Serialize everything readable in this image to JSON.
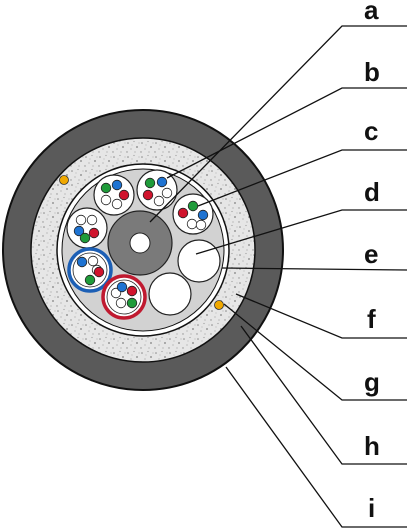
{
  "labels": [
    "a",
    "b",
    "c",
    "d",
    "e",
    "f",
    "g",
    "h",
    "i"
  ],
  "colors": {
    "jacket": "#5a5a5a",
    "armor_layer": "#e4e4e4",
    "inner_sheath": "#ffffff",
    "core_fill": "#d2d2d2",
    "strength_member": "#7a7a7a",
    "fiber_blue": "#1e73d2",
    "fiber_green": "#1f9b3a",
    "fiber_red": "#d0142d",
    "fiber_white": "#ffffff",
    "ripcord": "#f0a800",
    "ring_blue": "#1c5fb5",
    "ring_red": "#c01a30"
  }
}
